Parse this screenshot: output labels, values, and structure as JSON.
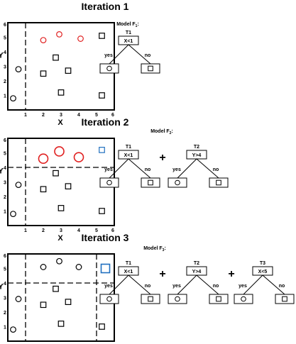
{
  "iterations": [
    {
      "title": "Iteration 1",
      "model_label": "Model F",
      "model_sub": "1",
      "trees": [
        {
          "name": "T1",
          "condition": "X<1",
          "yes": "yes",
          "no": "no"
        }
      ],
      "operators": [],
      "points": [
        {
          "x": 0.6,
          "y": 2.8,
          "shape": "circle",
          "color": "#000000",
          "size": 1
        },
        {
          "x": 0.3,
          "y": 0.8,
          "shape": "circle",
          "color": "#000000",
          "size": 1
        },
        {
          "x": 2.0,
          "y": 4.8,
          "shape": "circle",
          "color": "#e02020",
          "size": 1
        },
        {
          "x": 2.9,
          "y": 5.2,
          "shape": "circle",
          "color": "#e02020",
          "size": 1
        },
        {
          "x": 4.1,
          "y": 4.9,
          "shape": "circle",
          "color": "#e02020",
          "size": 1
        },
        {
          "x": 5.3,
          "y": 5.1,
          "shape": "square",
          "color": "#000000",
          "size": 1
        },
        {
          "x": 2.7,
          "y": 3.6,
          "shape": "square",
          "color": "#000000",
          "size": 1
        },
        {
          "x": 2.0,
          "y": 2.5,
          "shape": "square",
          "color": "#000000",
          "size": 1
        },
        {
          "x": 3.4,
          "y": 2.7,
          "shape": "square",
          "color": "#000000",
          "size": 1
        },
        {
          "x": 3.0,
          "y": 1.2,
          "shape": "square",
          "color": "#000000",
          "size": 1
        },
        {
          "x": 5.3,
          "y": 1.0,
          "shape": "square",
          "color": "#000000",
          "size": 1
        }
      ],
      "splits": [
        {
          "axis": "x",
          "value": 1
        }
      ]
    },
    {
      "title": "Iteration 2",
      "model_label": "Model F",
      "model_sub": "2",
      "trees": [
        {
          "name": "T1",
          "condition": "X<1",
          "yes": "yes",
          "no": "no"
        },
        {
          "name": "T2",
          "condition": "Y>4",
          "yes": "yes",
          "no": "no"
        }
      ],
      "operators": [
        "+"
      ],
      "points": [
        {
          "x": 0.6,
          "y": 2.8,
          "shape": "circle",
          "color": "#000000",
          "size": 1
        },
        {
          "x": 0.3,
          "y": 0.8,
          "shape": "circle",
          "color": "#000000",
          "size": 1
        },
        {
          "x": 2.0,
          "y": 4.6,
          "shape": "circle",
          "color": "#e02020",
          "size": 2
        },
        {
          "x": 2.9,
          "y": 5.1,
          "shape": "circle",
          "color": "#e02020",
          "size": 2
        },
        {
          "x": 4.0,
          "y": 4.7,
          "shape": "circle",
          "color": "#e02020",
          "size": 2
        },
        {
          "x": 5.3,
          "y": 5.2,
          "shape": "square",
          "color": "#1f6fbf",
          "size": 1
        },
        {
          "x": 2.7,
          "y": 3.6,
          "shape": "square",
          "color": "#000000",
          "size": 1
        },
        {
          "x": 2.0,
          "y": 2.5,
          "shape": "square",
          "color": "#000000",
          "size": 1
        },
        {
          "x": 3.4,
          "y": 2.7,
          "shape": "square",
          "color": "#000000",
          "size": 1
        },
        {
          "x": 3.0,
          "y": 1.2,
          "shape": "square",
          "color": "#000000",
          "size": 1
        },
        {
          "x": 5.3,
          "y": 1.0,
          "shape": "square",
          "color": "#000000",
          "size": 1
        }
      ],
      "splits": [
        {
          "axis": "x",
          "value": 1
        },
        {
          "axis": "y",
          "value": 4
        }
      ]
    },
    {
      "title": "Iteration 3",
      "model_label": "Model F",
      "model_sub": "3",
      "trees": [
        {
          "name": "T1",
          "condition": "X<1",
          "yes": "yes",
          "no": "no"
        },
        {
          "name": "T2",
          "condition": "Y>4",
          "yes": "yes",
          "no": "no"
        },
        {
          "name": "T3",
          "condition": "X<5",
          "yes": "yes",
          "no": "no"
        }
      ],
      "operators": [
        "+",
        "+"
      ],
      "points": [
        {
          "x": 0.6,
          "y": 2.9,
          "shape": "circle",
          "color": "#000000",
          "size": 1
        },
        {
          "x": 0.3,
          "y": 0.8,
          "shape": "circle",
          "color": "#000000",
          "size": 1
        },
        {
          "x": 2.0,
          "y": 5.1,
          "shape": "circle",
          "color": "#000000",
          "size": 1
        },
        {
          "x": 2.9,
          "y": 5.5,
          "shape": "circle",
          "color": "#000000",
          "size": 1
        },
        {
          "x": 4.0,
          "y": 5.1,
          "shape": "circle",
          "color": "#000000",
          "size": 1
        },
        {
          "x": 5.5,
          "y": 5.0,
          "shape": "square",
          "color": "#1f6fbf",
          "size": 2
        },
        {
          "x": 2.7,
          "y": 3.6,
          "shape": "square",
          "color": "#000000",
          "size": 1
        },
        {
          "x": 2.0,
          "y": 2.5,
          "shape": "square",
          "color": "#000000",
          "size": 1
        },
        {
          "x": 3.4,
          "y": 2.7,
          "shape": "square",
          "color": "#000000",
          "size": 1
        },
        {
          "x": 3.0,
          "y": 1.2,
          "shape": "square",
          "color": "#000000",
          "size": 1
        },
        {
          "x": 5.3,
          "y": 1.0,
          "shape": "square",
          "color": "#000000",
          "size": 1
        }
      ],
      "splits": [
        {
          "axis": "x",
          "value": 1
        },
        {
          "axis": "y",
          "value": 4
        },
        {
          "axis": "x",
          "value": 5
        }
      ]
    }
  ],
  "axes": {
    "xlabel": "X",
    "ylabel": "Y",
    "xticks": [
      "1",
      "2",
      "3",
      "4",
      "5",
      "6"
    ],
    "yticks": [
      "1",
      "2",
      "3",
      "4",
      "5",
      "6"
    ],
    "xlim": [
      0,
      6
    ],
    "ylim": [
      0,
      6
    ]
  }
}
